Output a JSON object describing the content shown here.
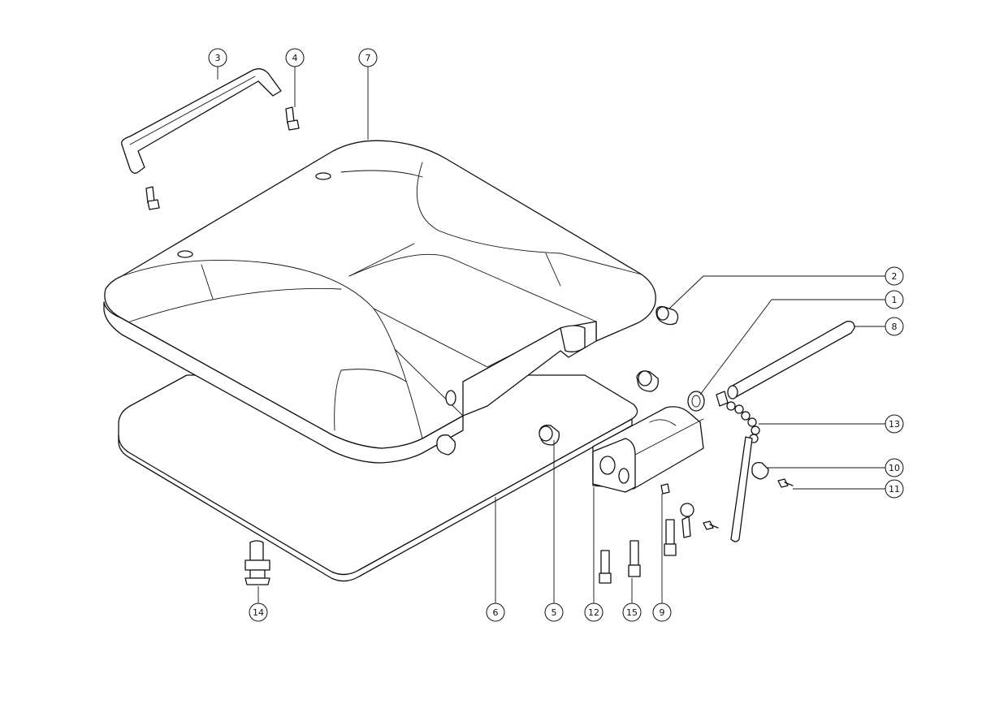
{
  "callouts": [
    "1",
    "2",
    "3",
    "4",
    "5",
    "6",
    "7",
    "8",
    "9",
    "10",
    "11",
    "12",
    "13",
    "14",
    "15"
  ],
  "colors": {
    "line": "#111111",
    "background": "#ffffff"
  }
}
